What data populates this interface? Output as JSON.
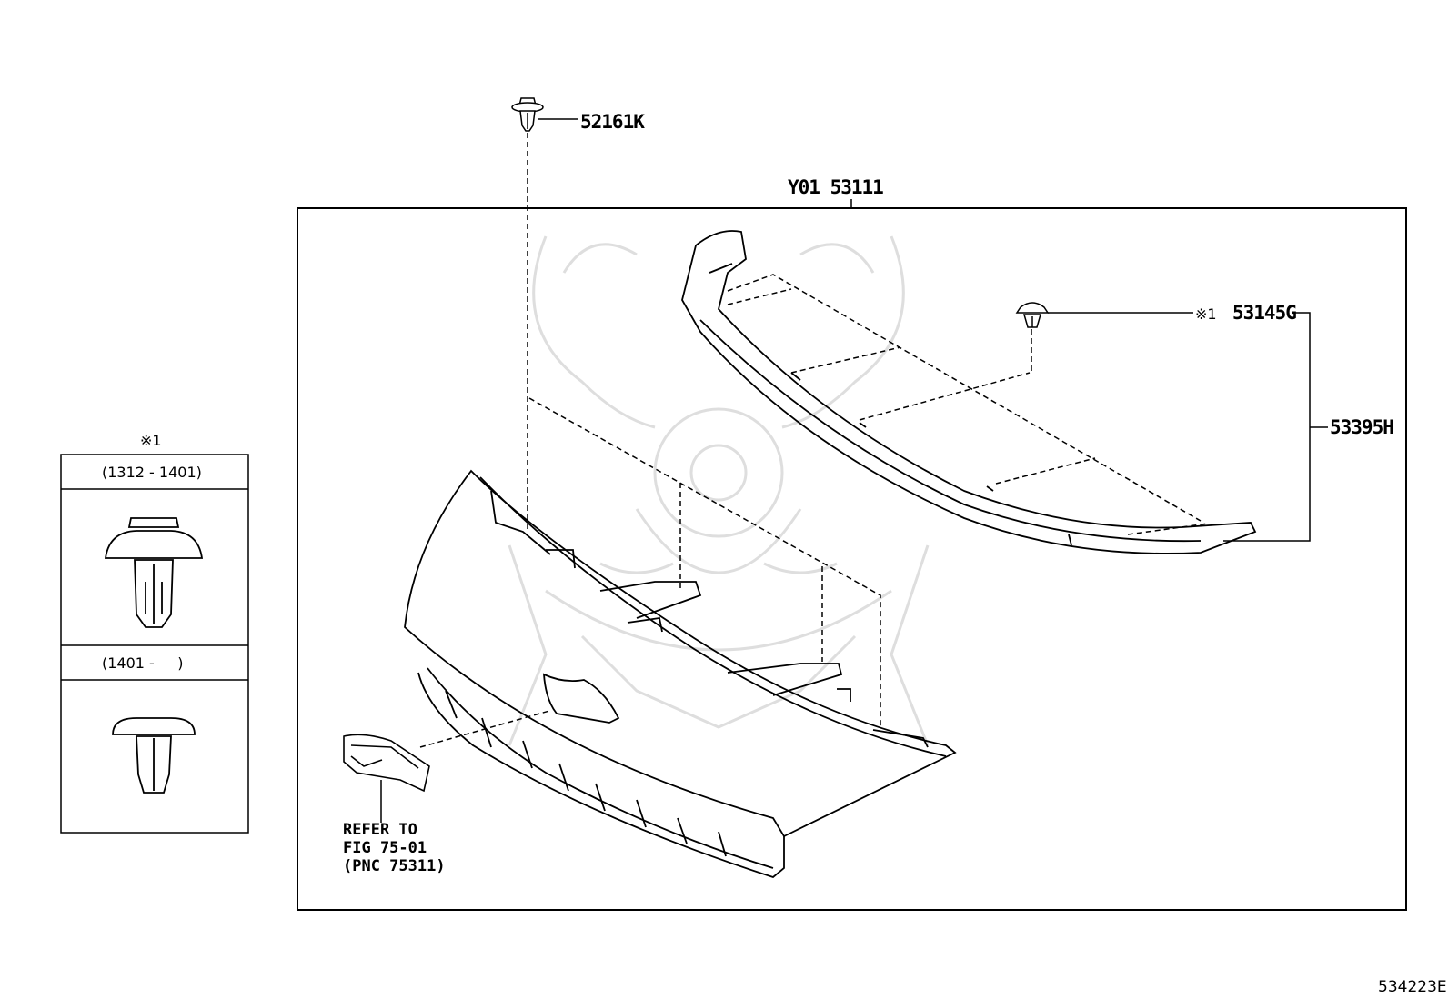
{
  "labels": {
    "clip_top": "52161K",
    "assembly": "Y01 53111",
    "clip_right_mark": "※1",
    "clip_right": "53145G",
    "molding": "53395H",
    "refer_line1": "REFER TO",
    "refer_line2": "FIG 75-01",
    "refer_line3": "(PNC 75311)",
    "figure_code": "534223E"
  },
  "inset": {
    "mark": "※1",
    "variant_a": "(1312 - 1401)",
    "variant_b": "(1401 -     )"
  },
  "colors": {
    "line": "#000000",
    "watermark": "#d9d9d9",
    "background": "#ffffff"
  }
}
